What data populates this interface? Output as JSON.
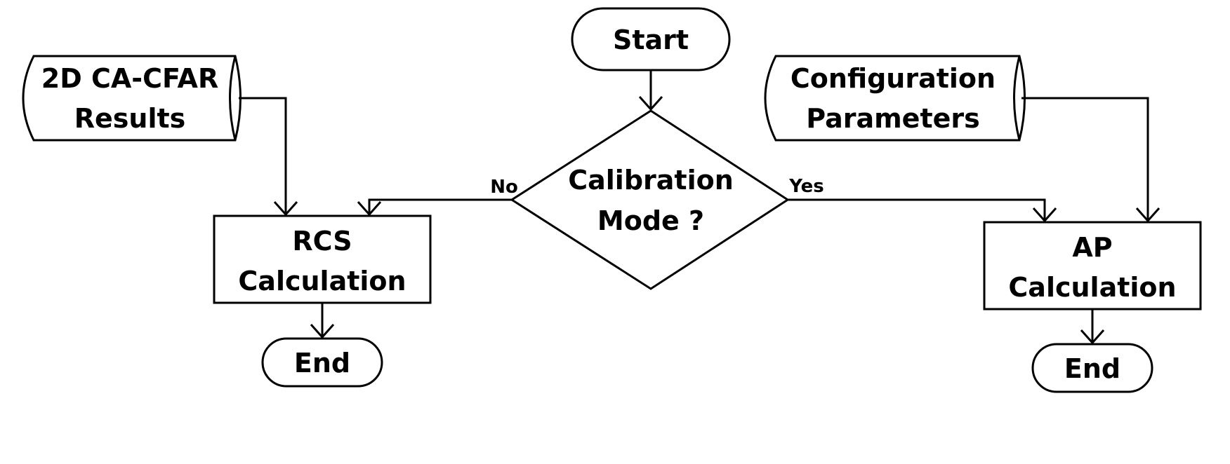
{
  "nodes": {
    "start": {
      "label": "Start"
    },
    "cfar": {
      "line1": "2D CA-CFAR",
      "line2": "Results"
    },
    "config": {
      "line1": "Configuration",
      "line2": "Parameters"
    },
    "decision": {
      "line1": "Calibration",
      "line2": "Mode ?"
    },
    "rcs": {
      "line1": "RCS",
      "line2": "Calculation"
    },
    "ap": {
      "line1": "AP",
      "line2": "Calculation"
    },
    "end_left": {
      "label": "End"
    },
    "end_right": {
      "label": "End"
    }
  },
  "edges": {
    "no_label": "No",
    "yes_label": "Yes"
  }
}
